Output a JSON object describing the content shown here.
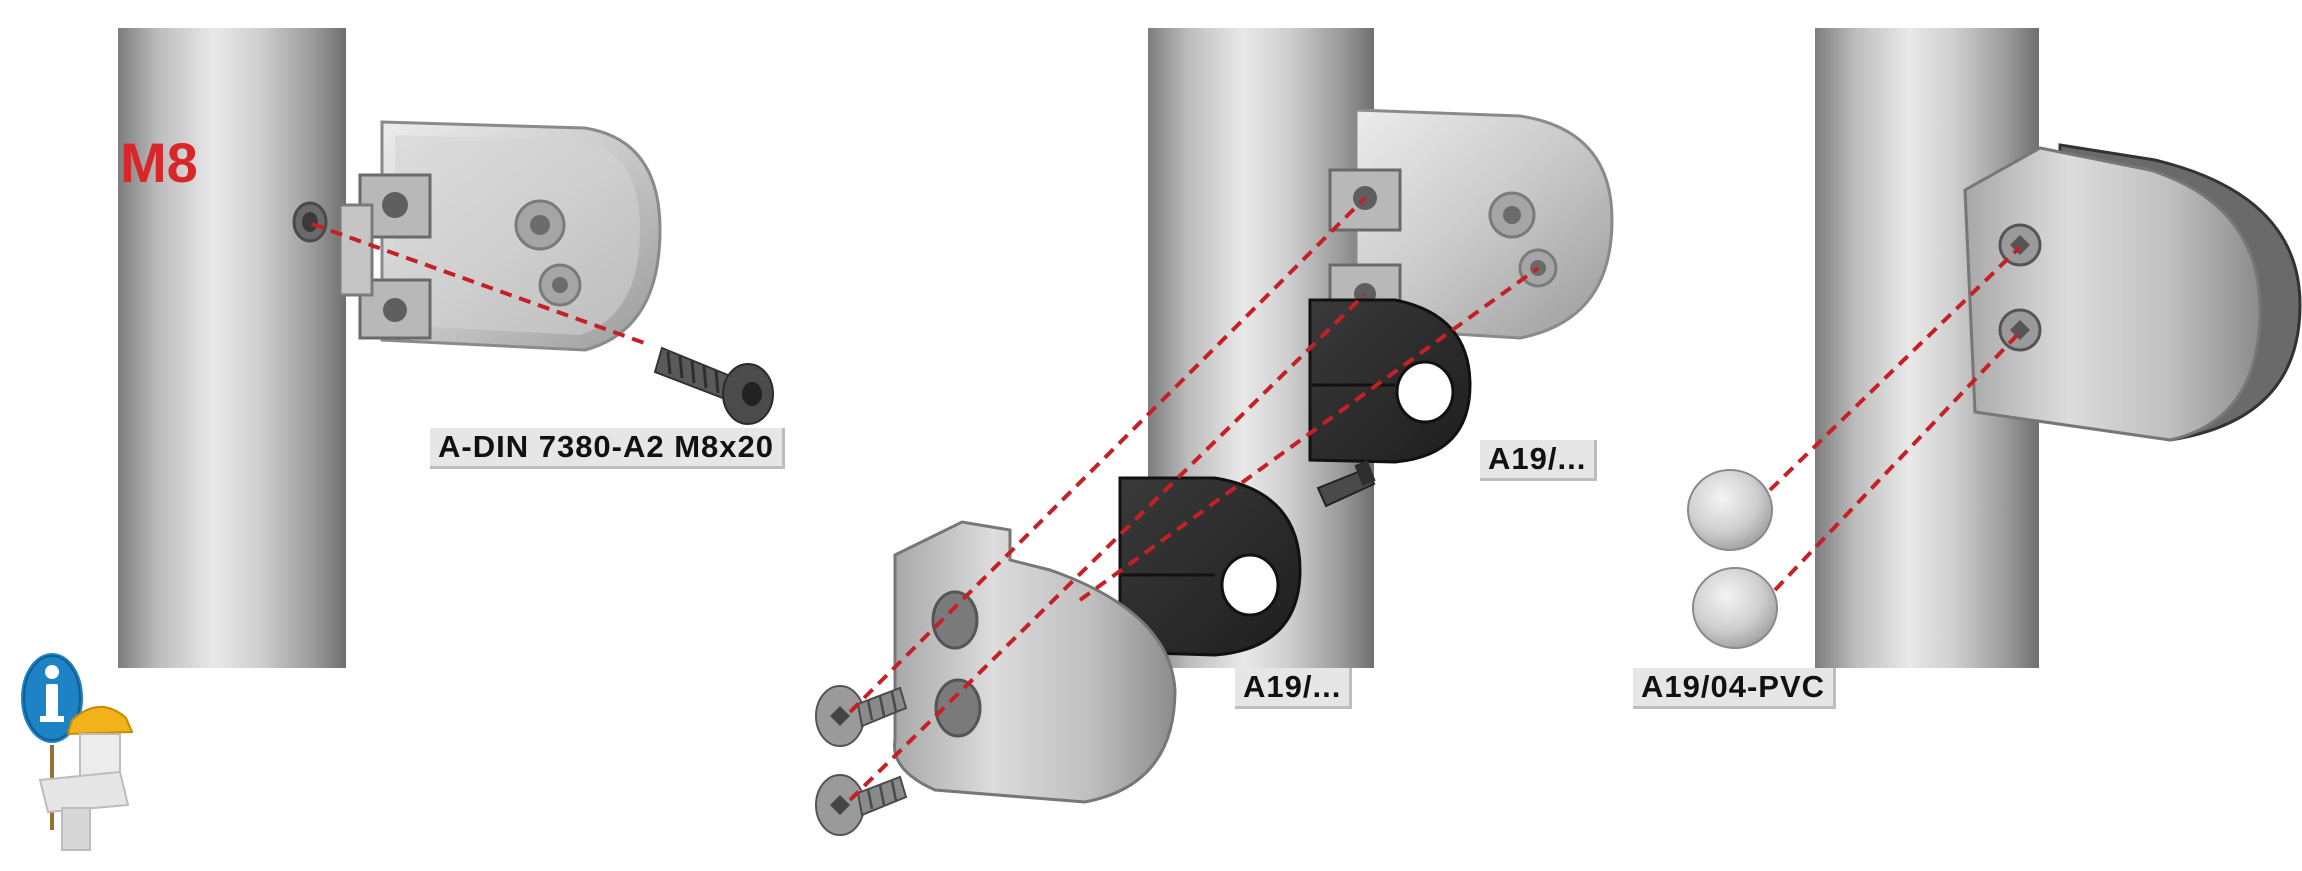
{
  "labels": {
    "thread_size": "M8",
    "screw_spec": "A-DIN 7380-A2 M8x20",
    "rubber_insert_back": "A19/...",
    "rubber_insert_front": "A19/...",
    "cover_cap": "A19/04-PVC"
  },
  "colors": {
    "dash_line": "#c42026",
    "metal_light": "#dedede",
    "metal_dark": "#8a8a8a",
    "rubber": "#2c2c2c",
    "label_bg": "#e6e6e6",
    "thread_text": "#d8262a"
  },
  "icons": {
    "info": "info-icon",
    "worker": "hardhat-worker-icon"
  }
}
